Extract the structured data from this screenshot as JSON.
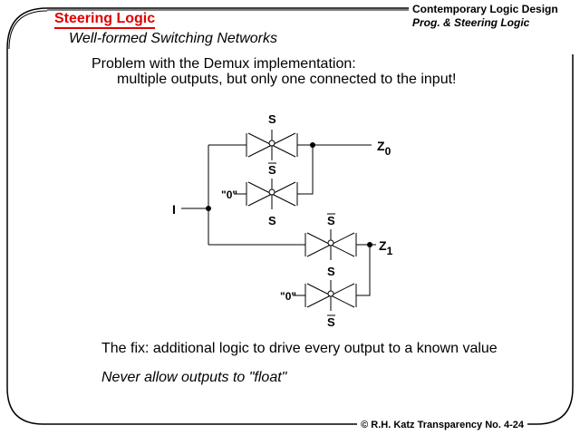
{
  "header": {
    "course": "Contemporary  Logic Design",
    "topic": "Prog. & Steering Logic"
  },
  "title": "Steering Logic",
  "subtitle": "Well-formed Switching Networks",
  "problem": {
    "line1": "Problem with the Demux implementation:",
    "line2": "multiple outputs, but only one connected to the input!"
  },
  "diagram": {
    "input": "I",
    "out0": "Z",
    "out0_sub": "0",
    "out1": "Z",
    "out1_sub": "1",
    "s": "S",
    "zero": "\"0\""
  },
  "fix": "The fix: additional logic to drive every output to a known value",
  "never": "Never allow outputs to \"float\"",
  "footer": "© R.H. Katz   Transparency No. 4-24"
}
